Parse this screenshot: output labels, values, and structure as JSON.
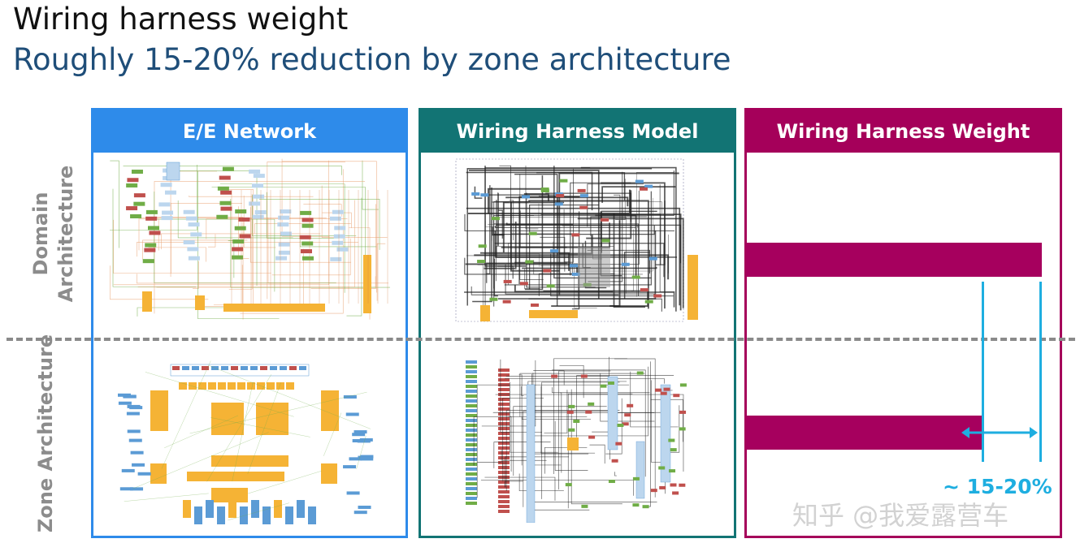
{
  "title": "Wiring harness weight",
  "subtitle": "Roughly 15-20% reduction by zone architecture",
  "row_labels": {
    "domain": "Domain\nArchitecture",
    "zone": "Zone Architecture"
  },
  "panels": {
    "network": {
      "header": "E/E Network",
      "color": "#2e8bea"
    },
    "model": {
      "header": "Wiring Harness Model",
      "color": "#127474"
    },
    "weight": {
      "header": "Wiring Harness Weight",
      "color": "#a5005a"
    }
  },
  "weight_chart": {
    "bar_color": "#a6005e",
    "domain_relative": 1.0,
    "zone_relative": 0.8,
    "reduction_label": "~ 15-20%",
    "marker_color": "#1eaee0"
  },
  "watermark": "知乎 @我爱露营车",
  "diagram_colors": {
    "blue": "#5b9bd5",
    "light_blue": "#bcd6ee",
    "orange": "#f5b335",
    "green": "#70ad47",
    "red": "#c0504d",
    "gray": "#7f7f7f",
    "dark": "#222222"
  }
}
